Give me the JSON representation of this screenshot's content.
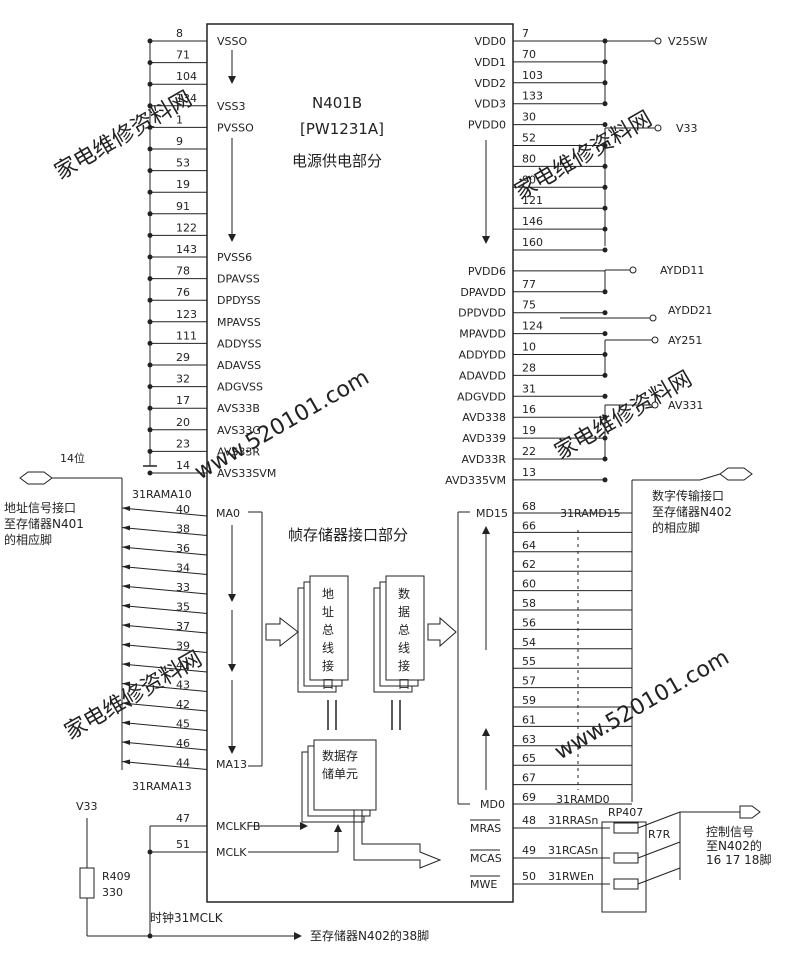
{
  "chip": {
    "name": "N401B",
    "model": "[PW1231A]",
    "section_power": "电源供电部分",
    "section_memory": "帧存储器接口部分"
  },
  "left_power_pins": [
    {
      "num": "8",
      "label": "VSSO"
    },
    {
      "num": "71",
      "label": ""
    },
    {
      "num": "104",
      "label": ""
    },
    {
      "num": "134",
      "label": "VSS3"
    },
    {
      "num": "1",
      "label": "PVSSO"
    },
    {
      "num": "9",
      "label": ""
    },
    {
      "num": "53",
      "label": ""
    },
    {
      "num": "19",
      "label": ""
    },
    {
      "num": "91",
      "label": ""
    },
    {
      "num": "122",
      "label": ""
    },
    {
      "num": "143",
      "label": "PVSS6"
    },
    {
      "num": "78",
      "label": "DPAVSS"
    },
    {
      "num": "76",
      "label": "DPDYSS"
    },
    {
      "num": "123",
      "label": "MPAVSS"
    },
    {
      "num": "111",
      "label": "ADDYSS"
    },
    {
      "num": "29",
      "label": "ADAVSS"
    },
    {
      "num": "32",
      "label": "ADGVSS"
    },
    {
      "num": "17",
      "label": "AVS33B"
    },
    {
      "num": "20",
      "label": "AVS33G"
    },
    {
      "num": "23",
      "label": "AVS33R"
    },
    {
      "num": "14",
      "label": "AVS33SVM"
    }
  ],
  "right_power_pins": [
    {
      "num": "7",
      "label": "VDD0"
    },
    {
      "num": "70",
      "label": "VDD1"
    },
    {
      "num": "103",
      "label": "VDD2"
    },
    {
      "num": "133",
      "label": "VDD3"
    },
    {
      "num": "30",
      "label": "PVDD0"
    },
    {
      "num": "52",
      "label": ""
    },
    {
      "num": "80",
      "label": ""
    },
    {
      "num": "90",
      "label": ""
    },
    {
      "num": "121",
      "label": ""
    },
    {
      "num": "146",
      "label": ""
    },
    {
      "num": "160",
      "label": ""
    },
    {
      "num": "",
      "label": "PVDD6"
    },
    {
      "num": "77",
      "label": "DPAVDD"
    },
    {
      "num": "75",
      "label": "DPDVDD"
    },
    {
      "num": "124",
      "label": "MPAVDD"
    },
    {
      "num": "10",
      "label": "ADDYDD"
    },
    {
      "num": "28",
      "label": "ADAVDD"
    },
    {
      "num": "31",
      "label": "ADGVDD"
    },
    {
      "num": "16",
      "label": "AVD338"
    },
    {
      "num": "19",
      "label": "AVD339"
    },
    {
      "num": "22",
      "label": "AVD33R"
    },
    {
      "num": "13",
      "label": "AVD335VM"
    }
  ],
  "rails": {
    "v25sw": "V25SW",
    "v33": "V33",
    "aydd11": "AYDD11",
    "aydd21": "AYDD21",
    "ay251": "AY251",
    "av331": "AV331"
  },
  "address": {
    "bus_top": "31RAMA10",
    "bus_bottom": "31RAMA13",
    "width": "14位",
    "desc_lines": [
      "地址信号接口",
      "至存储器N401",
      "的相应脚"
    ],
    "start_label": "MA0",
    "end_label": "MA13",
    "pins": [
      "40",
      "38",
      "36",
      "34",
      "33",
      "35",
      "37",
      "39",
      "41",
      "43",
      "42",
      "45",
      "46",
      "44"
    ]
  },
  "data": {
    "bus_top": "31RAMD15",
    "bus_bottom": "31RAMD0",
    "desc_lines": [
      "数字传输接口",
      "至存储器N402",
      "的相应脚"
    ],
    "start_label": "MD15",
    "end_label": "MD0",
    "pins": [
      "68",
      "66",
      "64",
      "62",
      "60",
      "58",
      "56",
      "54",
      "55",
      "57",
      "59",
      "61",
      "63",
      "65",
      "67",
      "69"
    ]
  },
  "blocks": {
    "addr_bus": "地址总线接口",
    "data_bus": "数据总线接口",
    "storage": [
      "数据存",
      "储单元"
    ]
  },
  "clock": {
    "mclkfb_num": "47",
    "mclkfb": "MCLKFB",
    "mclk_num": "51",
    "mclk": "MCLK",
    "v33": "V33",
    "resistor": "R409",
    "resistor_value": "330",
    "net": "时钟31MCLK",
    "dest": "至存储器N402的38脚"
  },
  "control": {
    "pack": "RP407",
    "res": "R7R",
    "desc_lines": [
      "控制信号",
      "至N402的",
      "16 17 18脚"
    ],
    "pins": [
      {
        "num": "48",
        "label": "MRAS",
        "net": "31RRASn"
      },
      {
        "num": "49",
        "label": "MCAS",
        "net": "31RCASn"
      },
      {
        "num": "50",
        "label": "MWE",
        "net": "31RWEn"
      }
    ]
  },
  "watermark": {
    "site": "家电维修资料网",
    "url": "www.520101.com"
  }
}
